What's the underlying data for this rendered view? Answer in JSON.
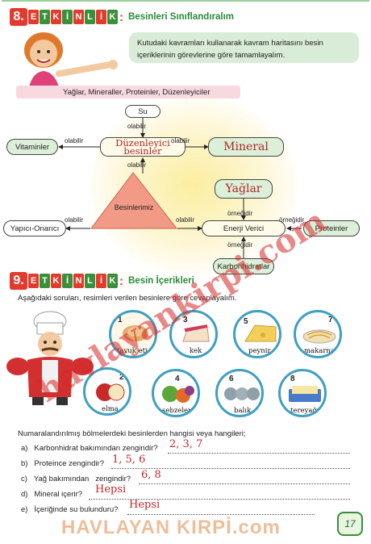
{
  "activity8": {
    "number": "8.",
    "letters": [
      "E",
      "T",
      "K",
      "İ",
      "N",
      "L",
      "İ",
      "K"
    ],
    "title": "Besinleri Sınıflandıralım",
    "instruction": "Kutudaki kavramları kullanarak kavram haritasını besin içeriklerinin görevlerine göre tamamlayalım.",
    "word_bank": "Yağlar, Mineraller, Proteinler, Düzenleyiciler"
  },
  "concept_map": {
    "su": "Su",
    "vitaminler": "Vitaminler",
    "duzenleyici": "Düzenleyici besinler",
    "mineral": "Mineral",
    "besinlerimiz": "Besinlerimiz",
    "yagar": "Yağlar",
    "yapici": "Yapıcı-Onarıcı",
    "enerji": "Enerji Verici",
    "proteinler": "Proteinler",
    "karbonhidratlar": "Karbonhidratlar",
    "olabilir": "olabilir",
    "ornegidir": "örneğidir"
  },
  "activity9": {
    "number": "9.",
    "letters": [
      "E",
      "T",
      "K",
      "İ",
      "N",
      "L",
      "İ",
      "K"
    ],
    "title": "Besin İçerikleri",
    "instruction": "Aşağıdaki soruları, resimleri verilen besinlere göre cevaplayalım.",
    "foods": [
      {
        "num": "1",
        "label": "tavuk eti"
      },
      {
        "num": "3",
        "label": "kek"
      },
      {
        "num": "5",
        "label": "peynir"
      },
      {
        "num": "7",
        "label": "makarna"
      },
      {
        "num": "2",
        "label": "elma"
      },
      {
        "num": "4",
        "label": "sebzeler"
      },
      {
        "num": "6",
        "label": "balık"
      },
      {
        "num": "8",
        "label": "tereyağı"
      }
    ],
    "question_intro": "Numaralandırılmış bölmelerdeki besinlerden hangisi veya hangileri;",
    "questions": [
      {
        "letter": "a)",
        "text": "Karbonhidrat bakımından zengindir?",
        "answer": "2, 3, 7"
      },
      {
        "letter": "b)",
        "text": "Proteince zengindir?",
        "answer": "1, 5, 6"
      },
      {
        "letter": "c)",
        "text": "Yağ bakımından   zengindir?",
        "answer": "6, 8"
      },
      {
        "letter": "d)",
        "text": "Mineral içerir?",
        "answer": "Hepsi"
      },
      {
        "letter": "e)",
        "text": "İçeriğinde su bulunduru?",
        "answer": "Hepsi"
      }
    ]
  },
  "watermark": "havlayankirpi.com",
  "footer": {
    "brand": "HAVLAYAN KIRPİ.com",
    "page": "17"
  },
  "colors": {
    "accent_red": "#e23a2c",
    "title_green": "#2a8a3a",
    "circle_blue": "#3fa0c0",
    "handwriting": "#b0252a"
  }
}
